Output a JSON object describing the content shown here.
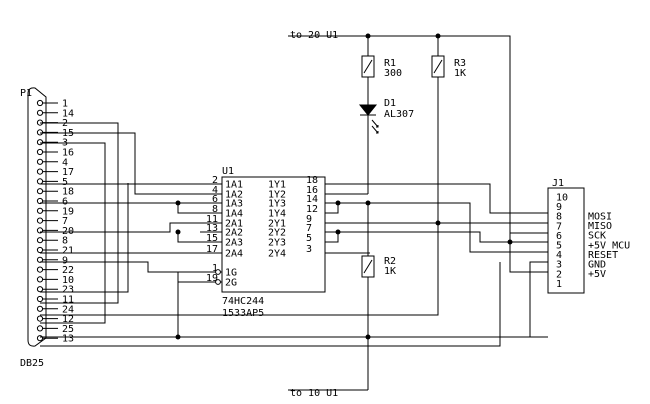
{
  "power": {
    "top": "to 20 U1",
    "bottom": "to 10 U1"
  },
  "connector_p1": {
    "ref": "P1",
    "type": "DB25",
    "pins": [
      "1",
      "14",
      "2",
      "15",
      "3",
      "16",
      "4",
      "17",
      "5",
      "18",
      "6",
      "19",
      "7",
      "20",
      "8",
      "21",
      "9",
      "22",
      "10",
      "23",
      "11",
      "24",
      "12",
      "25",
      "13"
    ]
  },
  "chip_u1": {
    "ref": "U1",
    "part": "74HC244",
    "part_alt": "1533AP5",
    "left_pins": [
      {
        "num": "2",
        "name": "1A1"
      },
      {
        "num": "4",
        "name": "1A2"
      },
      {
        "num": "6",
        "name": "1A3"
      },
      {
        "num": "8",
        "name": "1A4"
      },
      {
        "num": "11",
        "name": "2A1"
      },
      {
        "num": "13",
        "name": "2A2"
      },
      {
        "num": "15",
        "name": "2A3"
      },
      {
        "num": "17",
        "name": "2A4"
      },
      {
        "num": "1",
        "name": "1G"
      },
      {
        "num": "19",
        "name": "2G"
      }
    ],
    "right_pins": [
      {
        "num": "18",
        "name": "1Y1"
      },
      {
        "num": "16",
        "name": "1Y2"
      },
      {
        "num": "14",
        "name": "1Y3"
      },
      {
        "num": "12",
        "name": "1Y4"
      },
      {
        "num": "9",
        "name": "2Y1"
      },
      {
        "num": "7",
        "name": "2Y2"
      },
      {
        "num": "5",
        "name": "2Y3"
      },
      {
        "num": "3",
        "name": "2Y4"
      }
    ]
  },
  "resistors": {
    "r1": {
      "ref": "R1",
      "value": "300"
    },
    "r2": {
      "ref": "R2",
      "value": "1K"
    },
    "r3": {
      "ref": "R3",
      "value": "1K"
    }
  },
  "led_d1": {
    "ref": "D1",
    "part": "AL307"
  },
  "connector_j1": {
    "ref": "J1",
    "pins": [
      "10",
      "9",
      "8",
      "7",
      "6",
      "5",
      "4",
      "3",
      "2",
      "1"
    ],
    "signals": [
      "MOSI",
      "MISO",
      "SCK",
      "+5V MCU",
      "RESET",
      "GND",
      "+5V"
    ]
  }
}
